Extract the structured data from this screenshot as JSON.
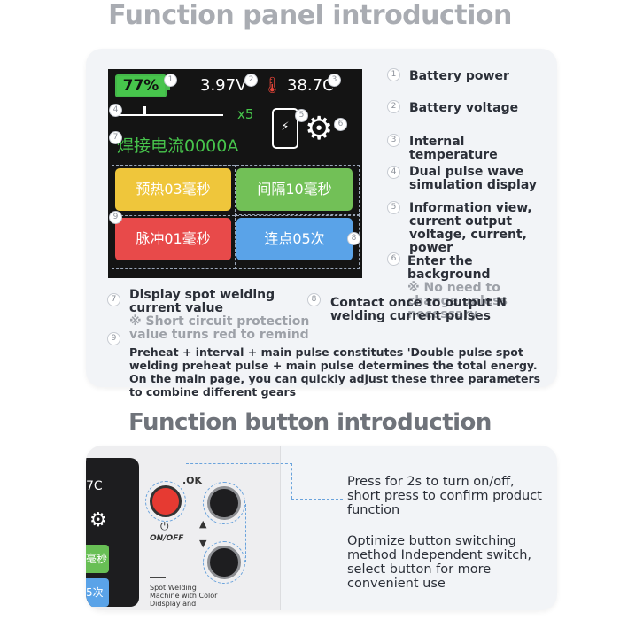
{
  "headings": {
    "panel": "Function panel introduction",
    "buttons": "Function button introduction"
  },
  "lcd": {
    "battery": "77%",
    "voltage": "3.97V",
    "thermometer_icon": "thermometer-icon",
    "temperature": "38.7C",
    "multiplier": "x5",
    "welding_current": "焊接电流0000A",
    "tiles": {
      "preheat": "预热03毫秒",
      "interval": "间隔10毫秒",
      "main_pulse": "脉冲01毫秒",
      "continuous": "连点05次"
    }
  },
  "markers": [
    "1",
    "2",
    "3",
    "4",
    "5",
    "6",
    "7",
    "8",
    "9"
  ],
  "legend": [
    {
      "num": "1",
      "label": "Battery power"
    },
    {
      "num": "2",
      "label": "Battery voltage"
    },
    {
      "num": "3",
      "label": "Internal temperature"
    },
    {
      "num": "4",
      "label": "Dual pulse wave simulation display"
    },
    {
      "num": "5",
      "label": "Information view, current output voltage, current, power"
    },
    {
      "num": "6",
      "label": "Enter the background",
      "note": "※ No need to change unless necessary"
    },
    {
      "num": "7",
      "label": "Display spot welding current value",
      "note": "※ Short circuit protection value turns red to remind"
    },
    {
      "num": "8",
      "label": "Contact once to output N welding current pulses"
    }
  ],
  "description": "Preheat + interval + main pulse constitutes 'Double pulse spot welding preheat pulse + main pulse determines the total energy. On the main page, you can quickly adjust these three parameters to combine different gears",
  "device": {
    "screen_temp": "7C",
    "screen_tile1": "毫秒",
    "screen_tile2": "5次",
    "ok_label": ".OK",
    "onoff_label": "ON/OFF",
    "body_text": "Spot Welding Machine with Color Didsplay and"
  },
  "button_descriptions": {
    "power": "Press for 2s to turn on/off, short press to confirm product function",
    "switch": "Optimize button switching method Independent switch, select button for more convenient use"
  },
  "colors": {
    "battery_green": "#47c54c",
    "preheat_yellow": "#efc63b",
    "interval_green": "#72c057",
    "pulse_red": "#e84a4a",
    "continuous_blue": "#5aa3e8",
    "power_button_red": "#e63a32",
    "connector_blue": "#6aa3dc"
  }
}
